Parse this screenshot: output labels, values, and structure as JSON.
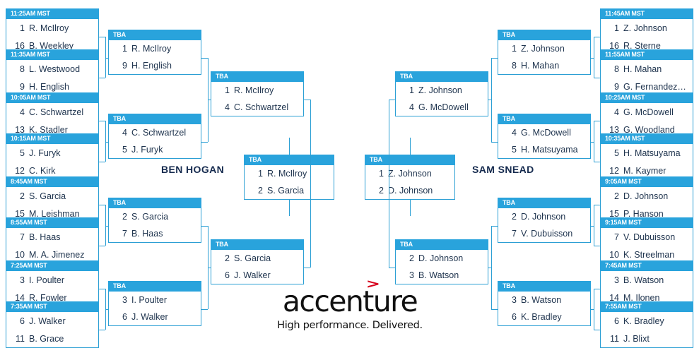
{
  "tournament": {
    "sponsor_name": "accenture",
    "sponsor_tagline": "High performance. Delivered.",
    "sponsor_chevron": ">",
    "tba_label": "TBA"
  },
  "regions": [
    {
      "id": "ben-hogan",
      "label": "BEN HOGAN"
    },
    {
      "id": "sam-snead",
      "label": "SAM SNEAD"
    }
  ],
  "colors": {
    "header_blue": "#29a3dc",
    "border_blue": "#2b9fd4",
    "text_navy": "#20354f",
    "label_navy": "#152a4e",
    "accent_red": "#d6001c"
  },
  "left": {
    "round1": [
      {
        "time": "11:25AM MST",
        "players": [
          {
            "seed": "1",
            "name": "R. McIlroy"
          },
          {
            "seed": "16",
            "name": "B. Weekley"
          }
        ]
      },
      {
        "time": "11:35AM MST",
        "players": [
          {
            "seed": "8",
            "name": "L. Westwood"
          },
          {
            "seed": "9",
            "name": "H. English"
          }
        ]
      },
      {
        "time": "10:05AM MST",
        "players": [
          {
            "seed": "4",
            "name": "C. Schwartzel"
          },
          {
            "seed": "13",
            "name": "K. Stadler"
          }
        ]
      },
      {
        "time": "10:15AM MST",
        "players": [
          {
            "seed": "5",
            "name": "J. Furyk"
          },
          {
            "seed": "12",
            "name": "C. Kirk"
          }
        ]
      },
      {
        "time": "8:45AM MST",
        "players": [
          {
            "seed": "2",
            "name": "S. Garcia"
          },
          {
            "seed": "15",
            "name": "M. Leishman"
          }
        ]
      },
      {
        "time": "8:55AM MST",
        "players": [
          {
            "seed": "7",
            "name": "B. Haas"
          },
          {
            "seed": "10",
            "name": "M. A. Jimenez"
          }
        ]
      },
      {
        "time": "7:25AM MST",
        "players": [
          {
            "seed": "3",
            "name": "I. Poulter"
          },
          {
            "seed": "14",
            "name": "R. Fowler"
          }
        ]
      },
      {
        "time": "7:35AM MST",
        "players": [
          {
            "seed": "6",
            "name": "J. Walker"
          },
          {
            "seed": "11",
            "name": "B. Grace"
          }
        ]
      }
    ],
    "round2": [
      {
        "time": "TBA",
        "players": [
          {
            "seed": "1",
            "name": "R. McIlroy"
          },
          {
            "seed": "9",
            "name": "H. English"
          }
        ]
      },
      {
        "time": "TBA",
        "players": [
          {
            "seed": "4",
            "name": "C. Schwartzel"
          },
          {
            "seed": "5",
            "name": "J. Furyk"
          }
        ]
      },
      {
        "time": "TBA",
        "players": [
          {
            "seed": "2",
            "name": "S. Garcia"
          },
          {
            "seed": "7",
            "name": "B. Haas"
          }
        ]
      },
      {
        "time": "TBA",
        "players": [
          {
            "seed": "3",
            "name": "I. Poulter"
          },
          {
            "seed": "6",
            "name": "J. Walker"
          }
        ]
      }
    ],
    "round3": [
      {
        "time": "TBA",
        "players": [
          {
            "seed": "1",
            "name": "R. McIlroy"
          },
          {
            "seed": "4",
            "name": "C. Schwartzel"
          }
        ]
      },
      {
        "time": "TBA",
        "players": [
          {
            "seed": "2",
            "name": "S. Garcia"
          },
          {
            "seed": "6",
            "name": "J. Walker"
          }
        ]
      }
    ],
    "round4": [
      {
        "time": "TBA",
        "players": [
          {
            "seed": "1",
            "name": "R. McIlroy"
          },
          {
            "seed": "2",
            "name": "S. Garcia"
          }
        ]
      }
    ]
  },
  "right": {
    "round1": [
      {
        "time": "11:45AM MST",
        "players": [
          {
            "seed": "1",
            "name": "Z. Johnson"
          },
          {
            "seed": "16",
            "name": "R. Sterne"
          }
        ]
      },
      {
        "time": "11:55AM MST",
        "players": [
          {
            "seed": "8",
            "name": "H. Mahan"
          },
          {
            "seed": "9",
            "name": "G. Fernandez…"
          }
        ]
      },
      {
        "time": "10:25AM MST",
        "players": [
          {
            "seed": "4",
            "name": "G. McDowell"
          },
          {
            "seed": "13",
            "name": "G. Woodland"
          }
        ]
      },
      {
        "time": "10:35AM MST",
        "players": [
          {
            "seed": "5",
            "name": "H. Matsuyama"
          },
          {
            "seed": "12",
            "name": "M. Kaymer"
          }
        ]
      },
      {
        "time": "9:05AM MST",
        "players": [
          {
            "seed": "2",
            "name": "D. Johnson"
          },
          {
            "seed": "15",
            "name": "P. Hanson"
          }
        ]
      },
      {
        "time": "9:15AM MST",
        "players": [
          {
            "seed": "7",
            "name": "V. Dubuisson"
          },
          {
            "seed": "10",
            "name": "K. Streelman"
          }
        ]
      },
      {
        "time": "7:45AM MST",
        "players": [
          {
            "seed": "3",
            "name": "B. Watson"
          },
          {
            "seed": "14",
            "name": "M. Ilonen"
          }
        ]
      },
      {
        "time": "7:55AM MST",
        "players": [
          {
            "seed": "6",
            "name": "K. Bradley"
          },
          {
            "seed": "11",
            "name": "J. Blixt"
          }
        ]
      }
    ],
    "round2": [
      {
        "time": "TBA",
        "players": [
          {
            "seed": "1",
            "name": "Z. Johnson"
          },
          {
            "seed": "8",
            "name": "H. Mahan"
          }
        ]
      },
      {
        "time": "TBA",
        "players": [
          {
            "seed": "4",
            "name": "G. McDowell"
          },
          {
            "seed": "5",
            "name": "H. Matsuyama"
          }
        ]
      },
      {
        "time": "TBA",
        "players": [
          {
            "seed": "2",
            "name": "D. Johnson"
          },
          {
            "seed": "7",
            "name": "V. Dubuisson"
          }
        ]
      },
      {
        "time": "TBA",
        "players": [
          {
            "seed": "3",
            "name": "B. Watson"
          },
          {
            "seed": "6",
            "name": "K. Bradley"
          }
        ]
      }
    ],
    "round3": [
      {
        "time": "TBA",
        "players": [
          {
            "seed": "1",
            "name": "Z. Johnson"
          },
          {
            "seed": "4",
            "name": "G. McDowell"
          }
        ]
      },
      {
        "time": "TBA",
        "players": [
          {
            "seed": "2",
            "name": "D. Johnson"
          },
          {
            "seed": "3",
            "name": "B. Watson"
          }
        ]
      }
    ],
    "round4": [
      {
        "time": "TBA",
        "players": [
          {
            "seed": "1",
            "name": "Z. Johnson"
          },
          {
            "seed": "2",
            "name": "D. Johnson"
          }
        ]
      }
    ]
  }
}
